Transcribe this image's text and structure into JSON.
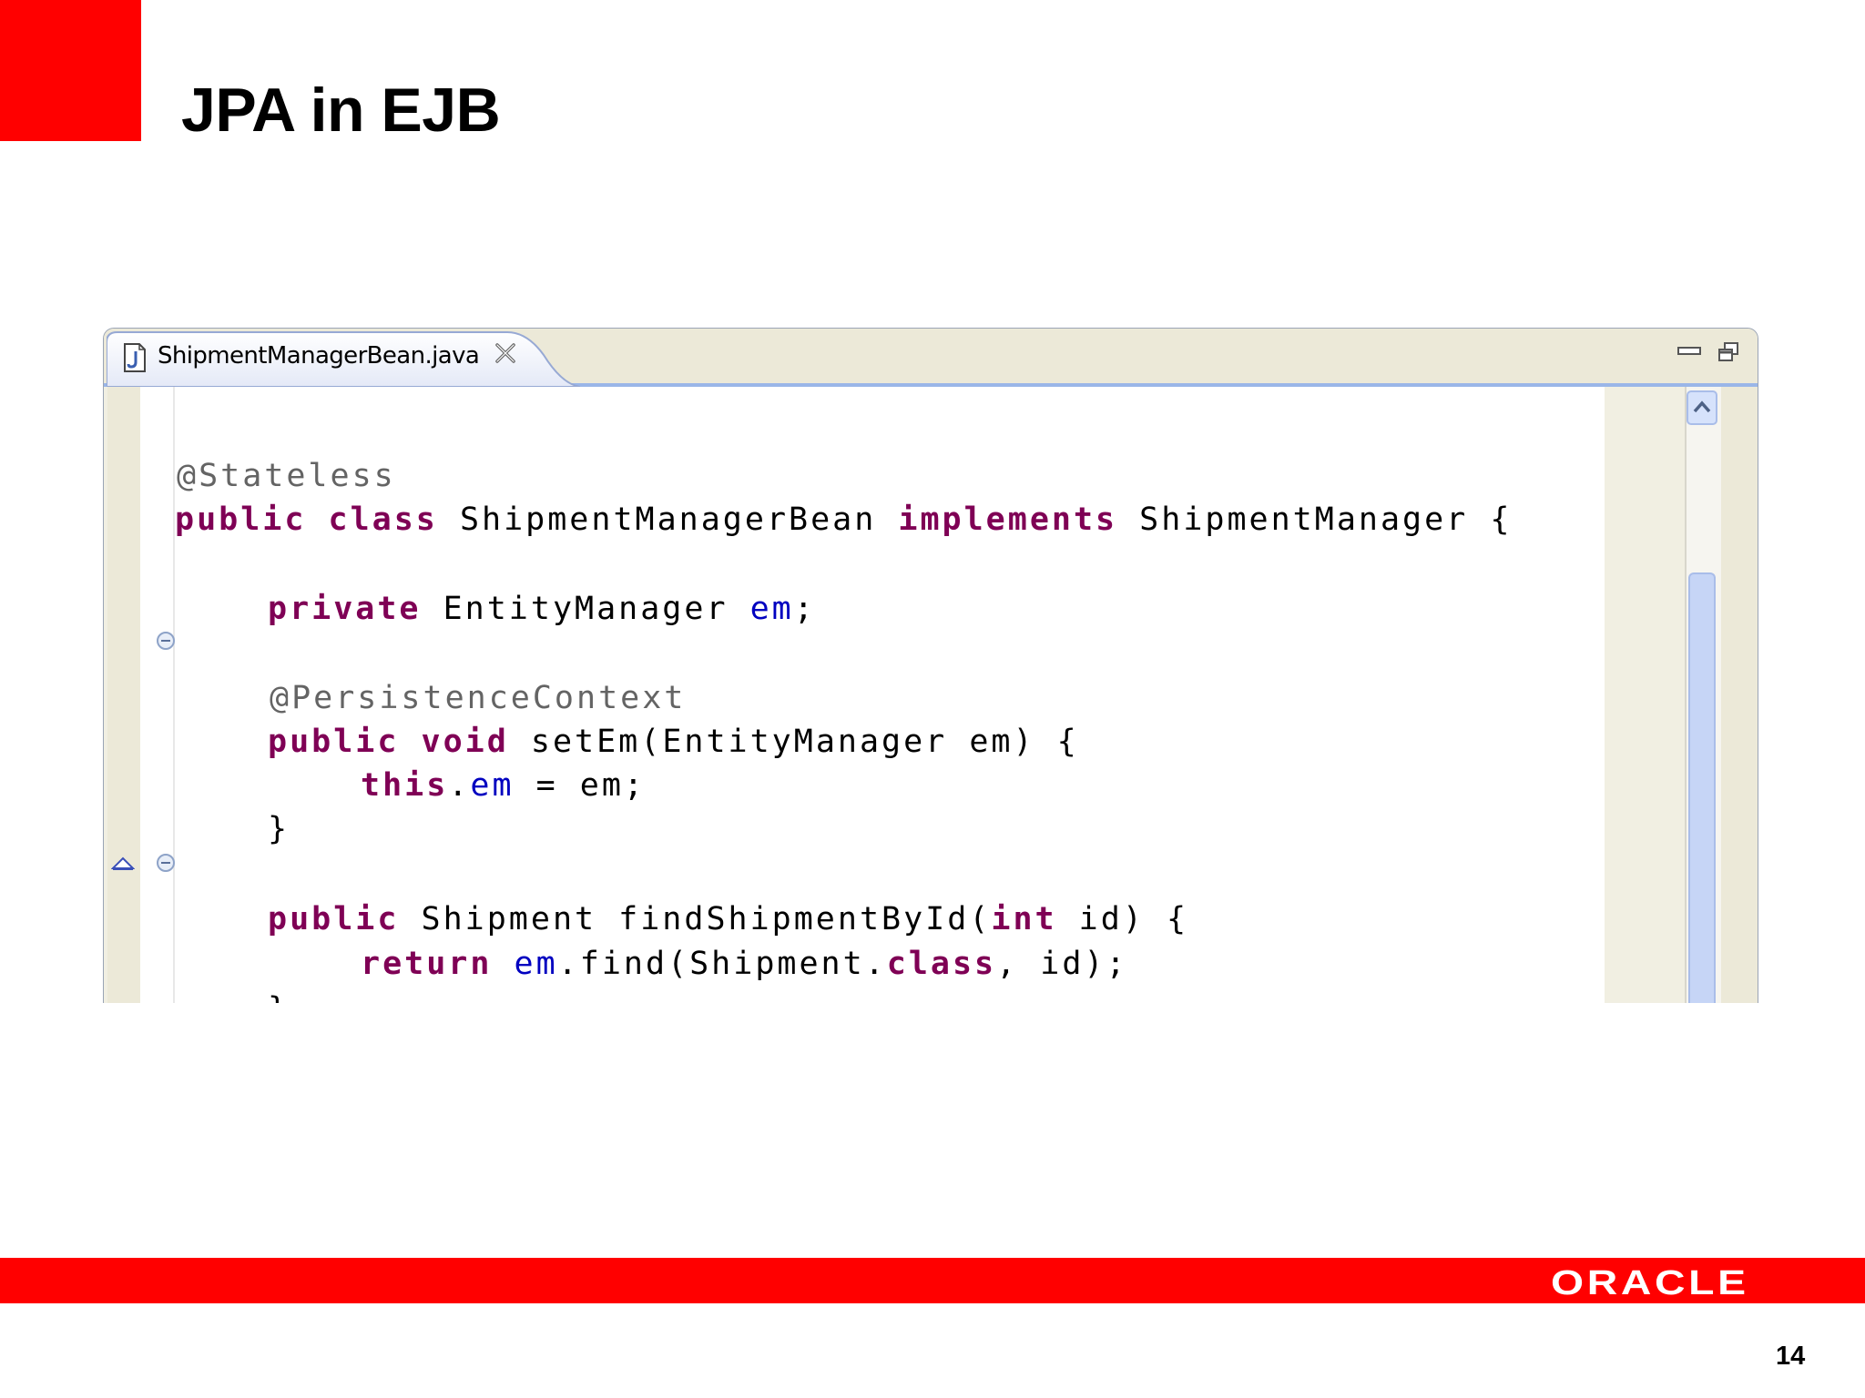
{
  "slide": {
    "title": "JPA in EJB",
    "page_number": "14",
    "brand_logo": "ORACLE",
    "brand_color": "#ff0000"
  },
  "editor": {
    "tab_label": "ShipmentManagerBean.java",
    "tab_icon": "java-file-icon",
    "code": [
      "@Stateless",
      "public class ShipmentManagerBean implements ShipmentManager {",
      "",
      "    private EntityManager em;",
      "",
      "    @PersistenceContext",
      "    public void setEm(EntityManager em) {",
      "        this.em = em;",
      "    }",
      "",
      "    public Shipment findShipmentById(int id) {",
      "        return em.find(Shipment.class, id);",
      "    }"
    ],
    "colors": {
      "keyword": "#7f0055",
      "annotation": "#646464",
      "field": "#0000c0",
      "text": "#000000"
    }
  }
}
